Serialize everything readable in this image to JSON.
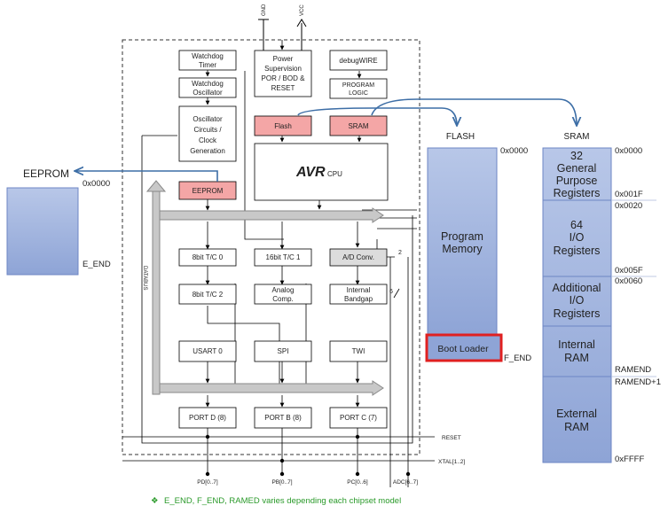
{
  "supply": {
    "gnd": "GND",
    "vcc": "VCC"
  },
  "blocks": {
    "watchdog_timer": [
      "Watchdog",
      "Timer"
    ],
    "watchdog_oscillator": [
      "Watchdog",
      "Oscillator"
    ],
    "oscillator": [
      "Oscillator",
      "Circuits /",
      "Clock",
      "Generation"
    ],
    "power": [
      "Power",
      "Supervision",
      "POR / BOD &",
      "RESET"
    ],
    "debugwire": "debugWIRE",
    "program_logic": [
      "PROGRAM",
      "LOGIC"
    ],
    "flash": "Flash",
    "sram": "SRAM",
    "cpu_logo": "AVR",
    "cpu_label": "CPU",
    "eeprom": "EEPROM",
    "tc0": "8bit T/C 0",
    "tc1": "16bit T/C 1",
    "adc": "A/D Conv.",
    "tc2": "8bit T/C 2",
    "analog": [
      "Analog",
      "Comp."
    ],
    "bandgap": [
      "Internal",
      "Bandgap"
    ],
    "usart": "USART 0",
    "spi": "SPI",
    "twi": "TWI",
    "portd": "PORT D (8)",
    "portb": "PORT B (8)",
    "portc": "PORT C (7)",
    "databus": "DATABUS"
  },
  "pins": {
    "reset": "RESET",
    "xtal": "XTAL[1..2]",
    "pd": "PD[0..7]",
    "pb": "PB[0..7]",
    "pc": "PC[0..6]",
    "adc": "ADC[6..7]",
    "adc_count": "2",
    "bus_count": "6"
  },
  "eeprom_mem": {
    "title": "EEPROM",
    "start": "0x0000",
    "end": "E_END"
  },
  "flash_mem": {
    "title": "FLASH",
    "start": "0x0000",
    "end": "F_END",
    "program": [
      "Program",
      "Memory"
    ],
    "boot": "Boot Loader"
  },
  "sram_mem": {
    "title": "SRAM",
    "sections": [
      [
        "32",
        "General",
        "Purpose",
        "Registers"
      ],
      [
        "64",
        "I/O",
        "Registers"
      ],
      [
        "Additional",
        "I/O",
        "Registers"
      ],
      [
        "Internal",
        "RAM"
      ],
      [
        "External",
        "RAM"
      ]
    ],
    "addresses": [
      "0x0000",
      "0x001F",
      "0x0020",
      "0x005F",
      "0x0060",
      "RAMEND",
      "RAMEND+1",
      "0xFFFF"
    ]
  },
  "footnote": {
    "bullet": "❖",
    "text": "E_END, F_END, RAMED varies depending each chipset model"
  },
  "colors": {
    "memory_fill_top": "#b8c7e8",
    "memory_fill_bottom": "#8ea4d6",
    "highlight_block": "#f4a6a6",
    "arrow": "#3d6ea6",
    "boot_border": "#e02020",
    "footnote": "#2a9a2a"
  }
}
